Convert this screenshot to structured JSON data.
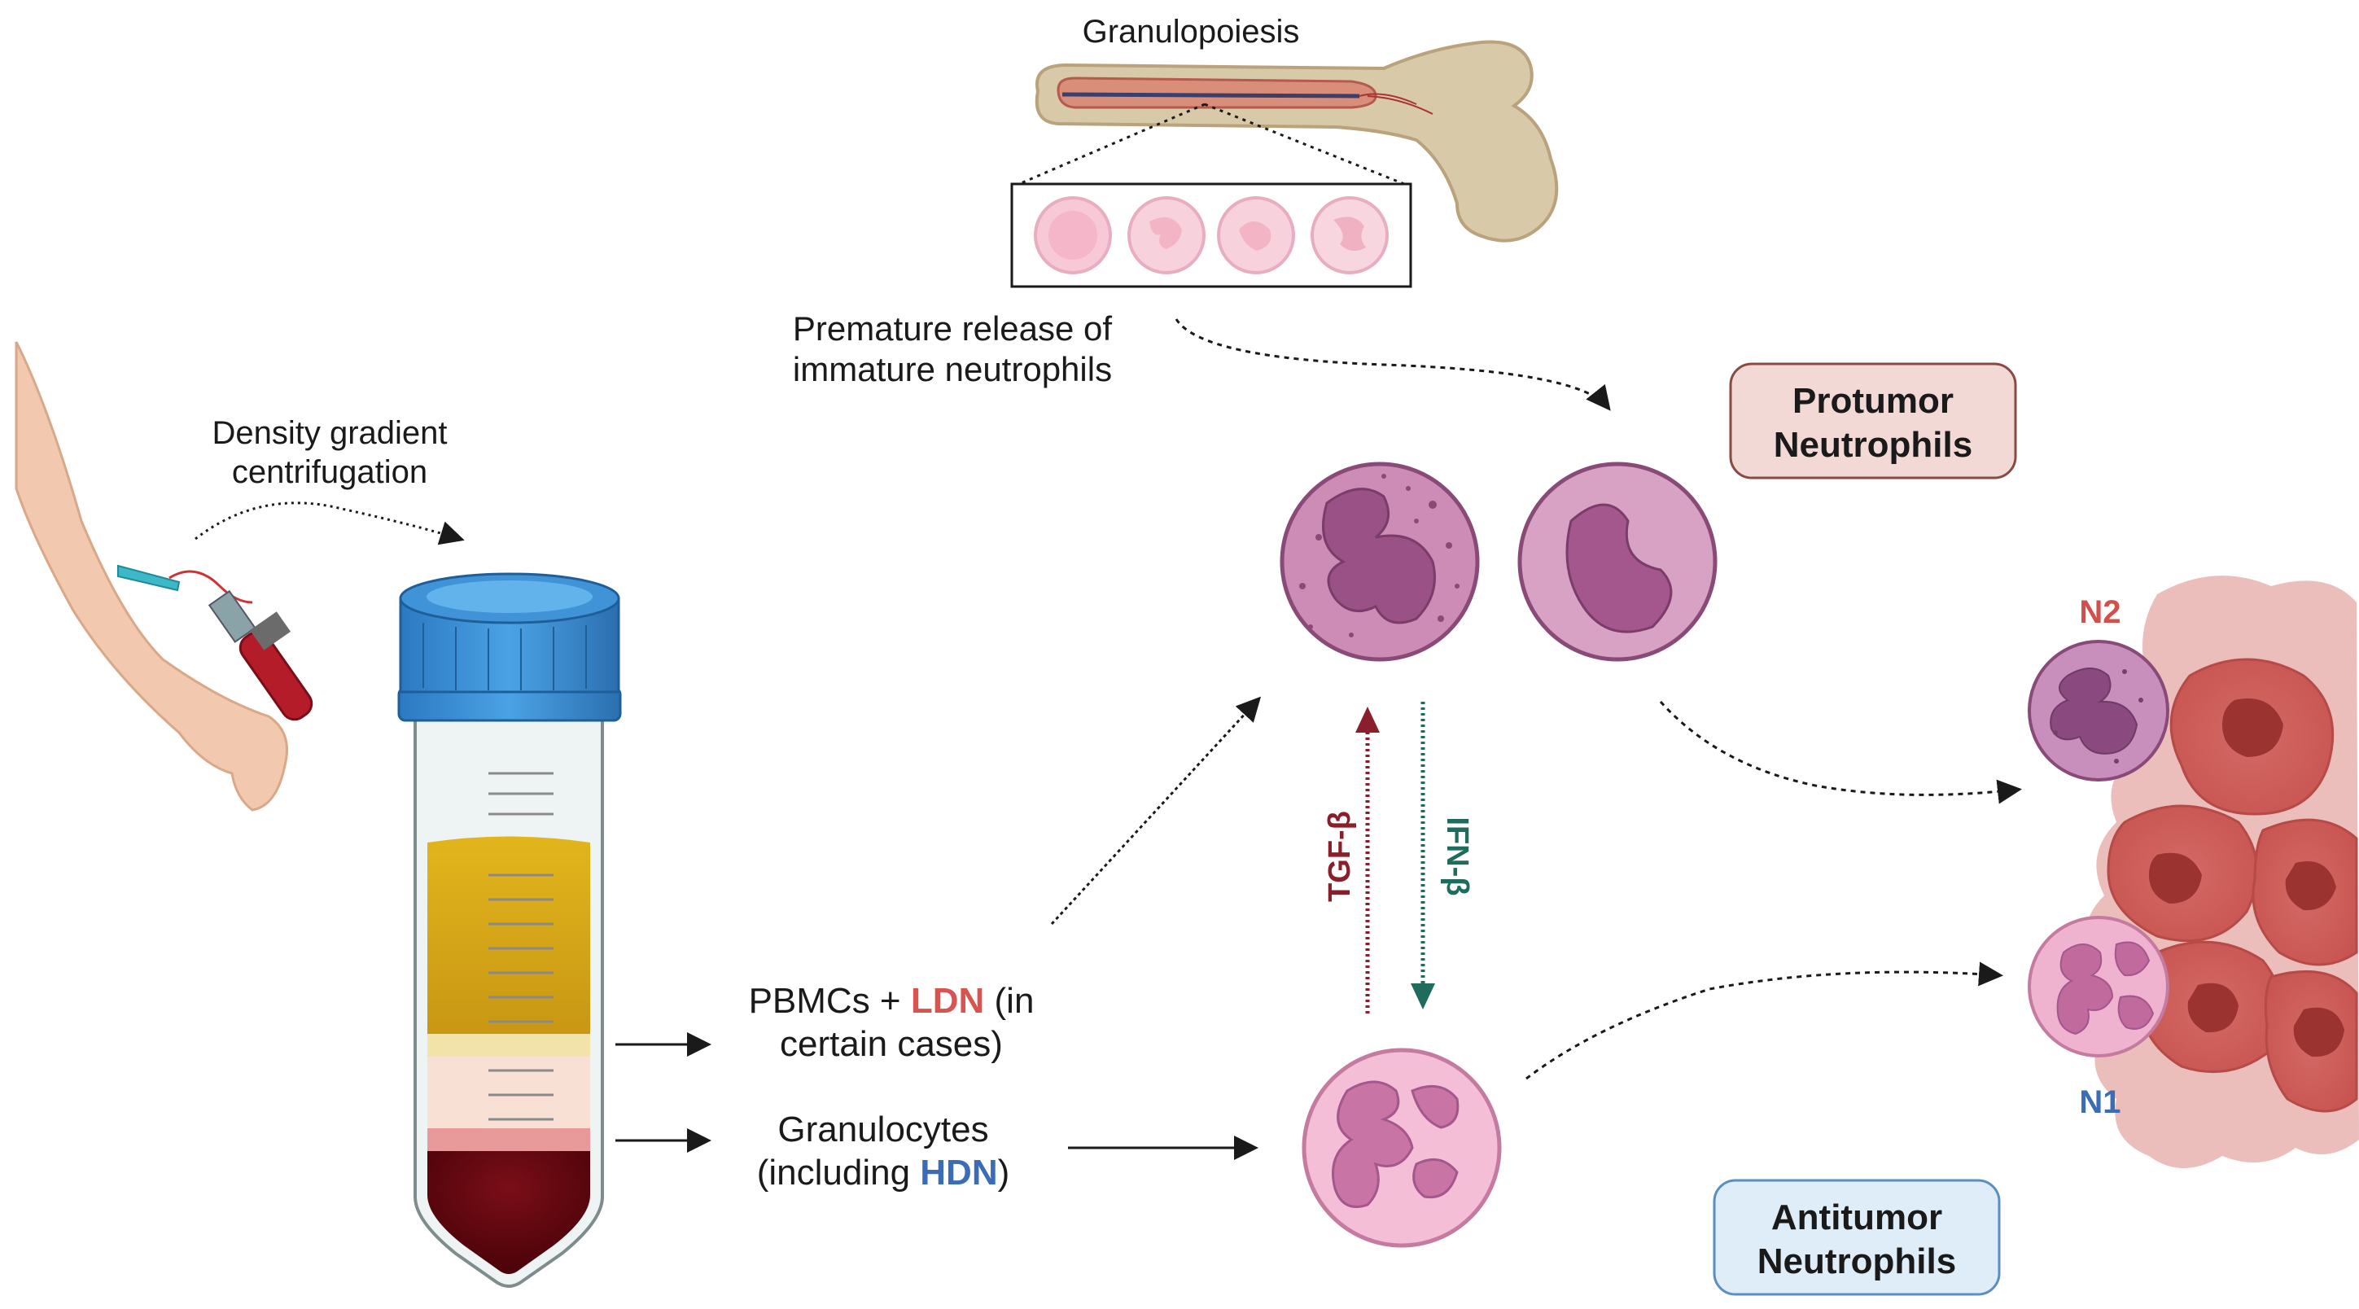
{
  "labels": {
    "granulopoiesis": "Granulopoiesis",
    "premature_line1": "Premature release of",
    "premature_line2": "immature neutrophils",
    "density_line1": "Density gradient",
    "density_line2": "centrifugation",
    "pbmc_prefix": "PBMCs + ",
    "pbmc_ldn": "LDN",
    "pbmc_suffix": " (in",
    "pbmc_line2": "certain cases)",
    "gran_line1": "Granulocytes",
    "gran_prefix": "(including ",
    "gran_hdn": "HDN",
    "gran_suffix": ")",
    "tgf": "TGF-β",
    "ifn": "IFN-β",
    "protumor_line1": "Protumor",
    "protumor_line2": "Neutrophils",
    "antitumor_line1": "Antitumor",
    "antitumor_line2": "Neutrophils",
    "n2": "N2",
    "n1": "N1"
  },
  "colors": {
    "ldn": "#d9534f",
    "hdn": "#3a6db5",
    "tgf": "#8b1e2b",
    "ifn": "#1f6b5c",
    "protumor_fill": "#f3d9d6",
    "protumor_stroke": "#8a4a44",
    "antitumor_fill": "#deedf8",
    "antitumor_stroke": "#5b8fbf",
    "n2": "#d2504c",
    "n1": "#3a6db5"
  }
}
